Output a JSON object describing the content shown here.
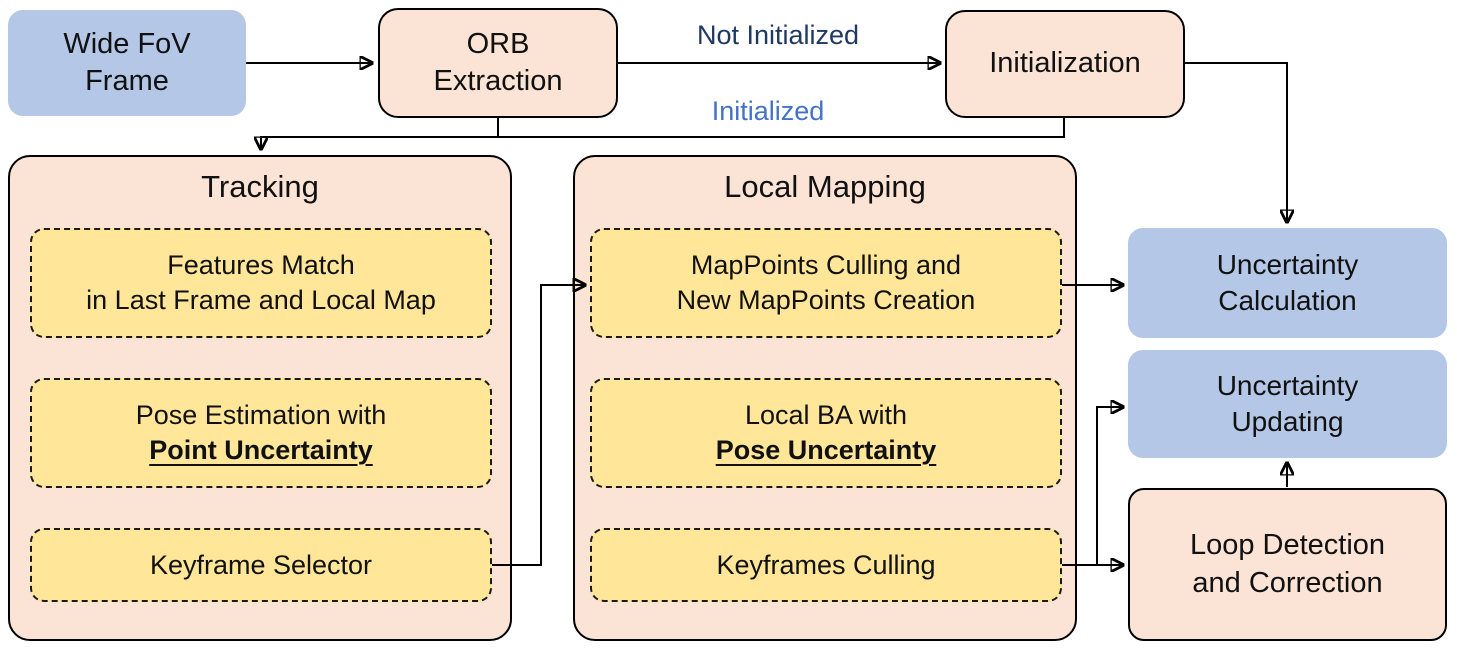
{
  "diagram": {
    "colors": {
      "blue_fill": "#B4C7E7",
      "pink_fill": "#FBE3D5",
      "yellow_fill": "#FFE699",
      "edge": "#000000",
      "label_dark": "#1F3864",
      "label_blue": "#4472C4"
    },
    "nodes": {
      "wide_fov": {
        "line1": "Wide FoV",
        "line2": "Frame"
      },
      "orb": {
        "line1": "ORB",
        "line2": "Extraction"
      },
      "initialization": {
        "label": "Initialization"
      },
      "tracking": {
        "title": "Tracking"
      },
      "features_match": {
        "line1": "Features Match",
        "line2": "in Last Frame and Local Map"
      },
      "pose_estimation": {
        "line1": "Pose Estimation with",
        "line2": "Point Uncertainty"
      },
      "keyframe_selector": {
        "label": "Keyframe Selector"
      },
      "local_mapping": {
        "title": "Local Mapping"
      },
      "mappoints": {
        "line1": "MapPoints Culling and",
        "line2": "New MapPoints Creation"
      },
      "local_ba": {
        "line1": "Local BA with",
        "line2": "Pose Uncertainty"
      },
      "keyframes_culling": {
        "label": "Keyframes Culling"
      },
      "uncertainty_calculation": {
        "line1": "Uncertainty",
        "line2": "Calculation"
      },
      "uncertainty_updating": {
        "line1": "Uncertainty",
        "line2": "Updating"
      },
      "loop_detection": {
        "line1": "Loop Detection",
        "line2": "and Correction"
      }
    },
    "edge_labels": {
      "not_initialized": "Not Initialized",
      "initialized": "Initialized"
    }
  }
}
